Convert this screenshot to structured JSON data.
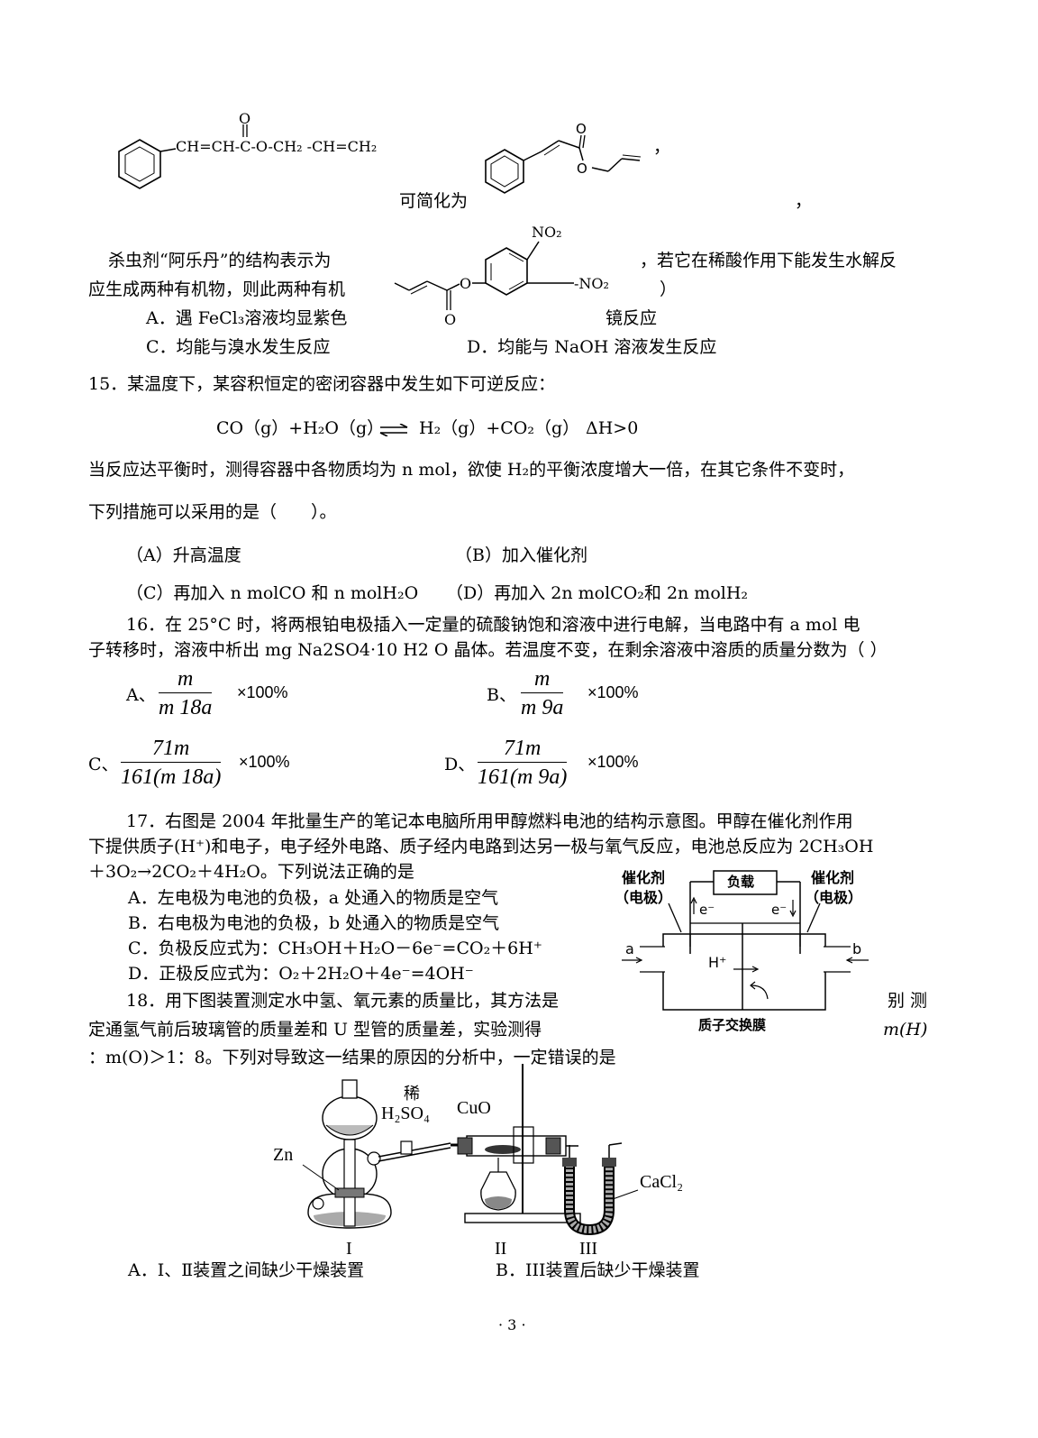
{
  "s1": {
    "formula": "CH=CH-C-O-CH₂ -CH=CH₂",
    "carbonyl_o": "O",
    "simplify": "可简化为",
    "comma1": "，",
    "comma2": "，"
  },
  "q14": {
    "line1_a": "杀虫剂“阿乐丹”的结构表示为",
    "line1_b": "，若它在稀酸作用下能发生水解反",
    "line2_a": "应生成两种有机物，则此两种有机",
    "line2_b": "）",
    "optA": "A．遇 FeCl₃溶液均显紫色",
    "optB_tail": "镜反应",
    "optC": "C．均能与溴水发生反应",
    "optD": "D．均能与 NaOH 溶液发生反应",
    "no2_top": "NO₂",
    "no2_right": "-NO₂",
    "o_ring": "O",
    "o_bottom": "O"
  },
  "q15": {
    "stem": "15．某温度下，某容积恒定的密闭容器中发生如下可逆反应：",
    "eq_left": "CO（g）+H₂O（g）",
    "eq_right": "H₂（g）+CO₂（g）",
    "dh": "ΔH>0",
    "line2": "当反应达平衡时，测得容器中各物质均为 n mol，欲使 H₂的平衡浓度增大一倍，在其它条件不变时，",
    "line3": "下列措施可以采用的是（　　）。",
    "optA": "（A）升高温度",
    "optB": "（B）加入催化剂",
    "optC": "（C）再加入 n molCO 和 n molH₂O",
    "optD": "（D）再加入 2n molCO₂和 2n molH₂"
  },
  "q16": {
    "line1": "16．在 25°C 时，将两根铂电极插入一定量的硫酸钠饱和溶液中进行电解，当电路中有 a mol 电",
    "line2": "子转移时，溶液中析出 mg Na2SO4·10 H2 O 晶体。若温度不变，在剩余溶液中溶质的质量分数为（ ）",
    "optA_label": "A、",
    "optB_label": "B、",
    "optC_label": "C、",
    "optD_label": "D、",
    "fracA_num": "m",
    "fracA_den": "m  18a",
    "fracB_num": "m",
    "fracB_den": "m  9a",
    "fracC_num": "71m",
    "fracC_den": "161(m  18a)",
    "fracD_num": "71m",
    "fracD_den": "161(m  9a)",
    "pct": "×100%"
  },
  "q17": {
    "line1": "17．右图是 2004 年批量生产的笔记本电脑所用甲醇燃料电池的结构示意图。甲醇在催化剂作用",
    "line2": "下提供质子(H⁺)和电子，电子经外电路、质子经内电路到达另一极与氧气反应，电池总反应为 2CH₃OH",
    "line3": "＋3O₂→2CO₂＋4H₂O。下列说法正确的是",
    "optA": "A．左电极为电池的负极，a 处通入的物质是空气",
    "optB": "B．右电极为电池的负极，b 处通入的物质是空气",
    "optC": "C．负极反应式为：CH₃OH＋H₂O－6e⁻=CO₂＋6H⁺",
    "optD": "D．正极反应式为：O₂＋2H₂O＋4e⁻=4OH⁻",
    "fig": {
      "cat_left": "催化剂",
      "electrode_left": "（电极）",
      "cat_right": "催化剂",
      "electrode_right": "（电极）",
      "load": "负载",
      "e_left": "e⁻",
      "e_right": "e⁻",
      "a": "a",
      "b": "b",
      "h": "H⁺",
      "membrane": "质子交换膜"
    }
  },
  "q18": {
    "line1_a": "18．用下图装置测定水中氢、氧元素的质量比，其方法是",
    "line1_b": "别 测",
    "line2_a": "定通氢气前后玻璃管的质量差和 U 型管的质量差，实验测得",
    "line2_b": "m(H)",
    "line3": "：m(O)＞1：8。下列对导致这一结果的原因的分析中，一定错误的是",
    "optA": "A．Ⅰ、Ⅱ装置之间缺少干燥装置",
    "optB": "B．III装置后缺少干燥装置",
    "fig": {
      "dilute": "稀",
      "h2so4": "H₂SO₄",
      "zn": "Zn",
      "cuo": "CuO",
      "cacl2": "CaCl₂",
      "label1": "I",
      "label2": "II",
      "label3": "III"
    }
  },
  "page_number": "· 3 ·"
}
